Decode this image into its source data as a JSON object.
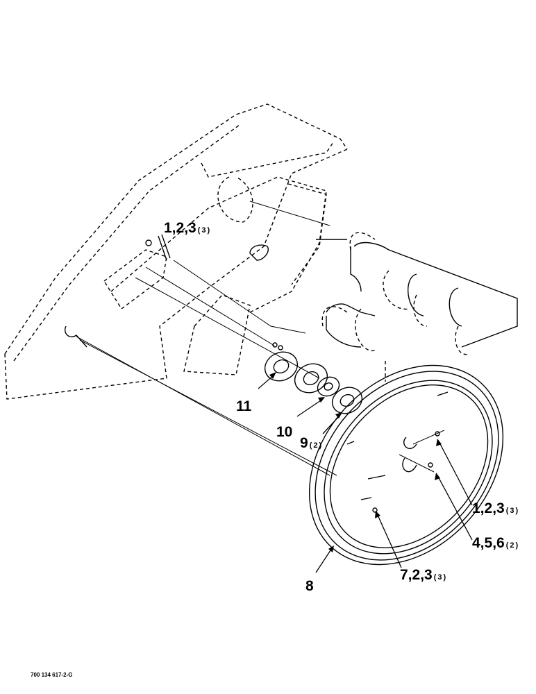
{
  "callouts": [
    {
      "id": "c1",
      "main": "1,2,3",
      "qty": "(3)"
    },
    {
      "id": "c2",
      "main": "11",
      "qty": ""
    },
    {
      "id": "c3",
      "main": "10",
      "qty": ""
    },
    {
      "id": "c4",
      "main": "9",
      "qty": "(2)"
    },
    {
      "id": "c5",
      "main": "1,2,3",
      "qty": "(3)"
    },
    {
      "id": "c6",
      "main": "4,5,6",
      "qty": "(2)"
    },
    {
      "id": "c7",
      "main": "7,2,3",
      "qty": "(3)"
    },
    {
      "id": "c8",
      "main": "8",
      "qty": ""
    }
  ],
  "figure_ref": "700 134 617-2-G",
  "colors": {
    "ink": "#000000",
    "paper": "#ffffff"
  }
}
